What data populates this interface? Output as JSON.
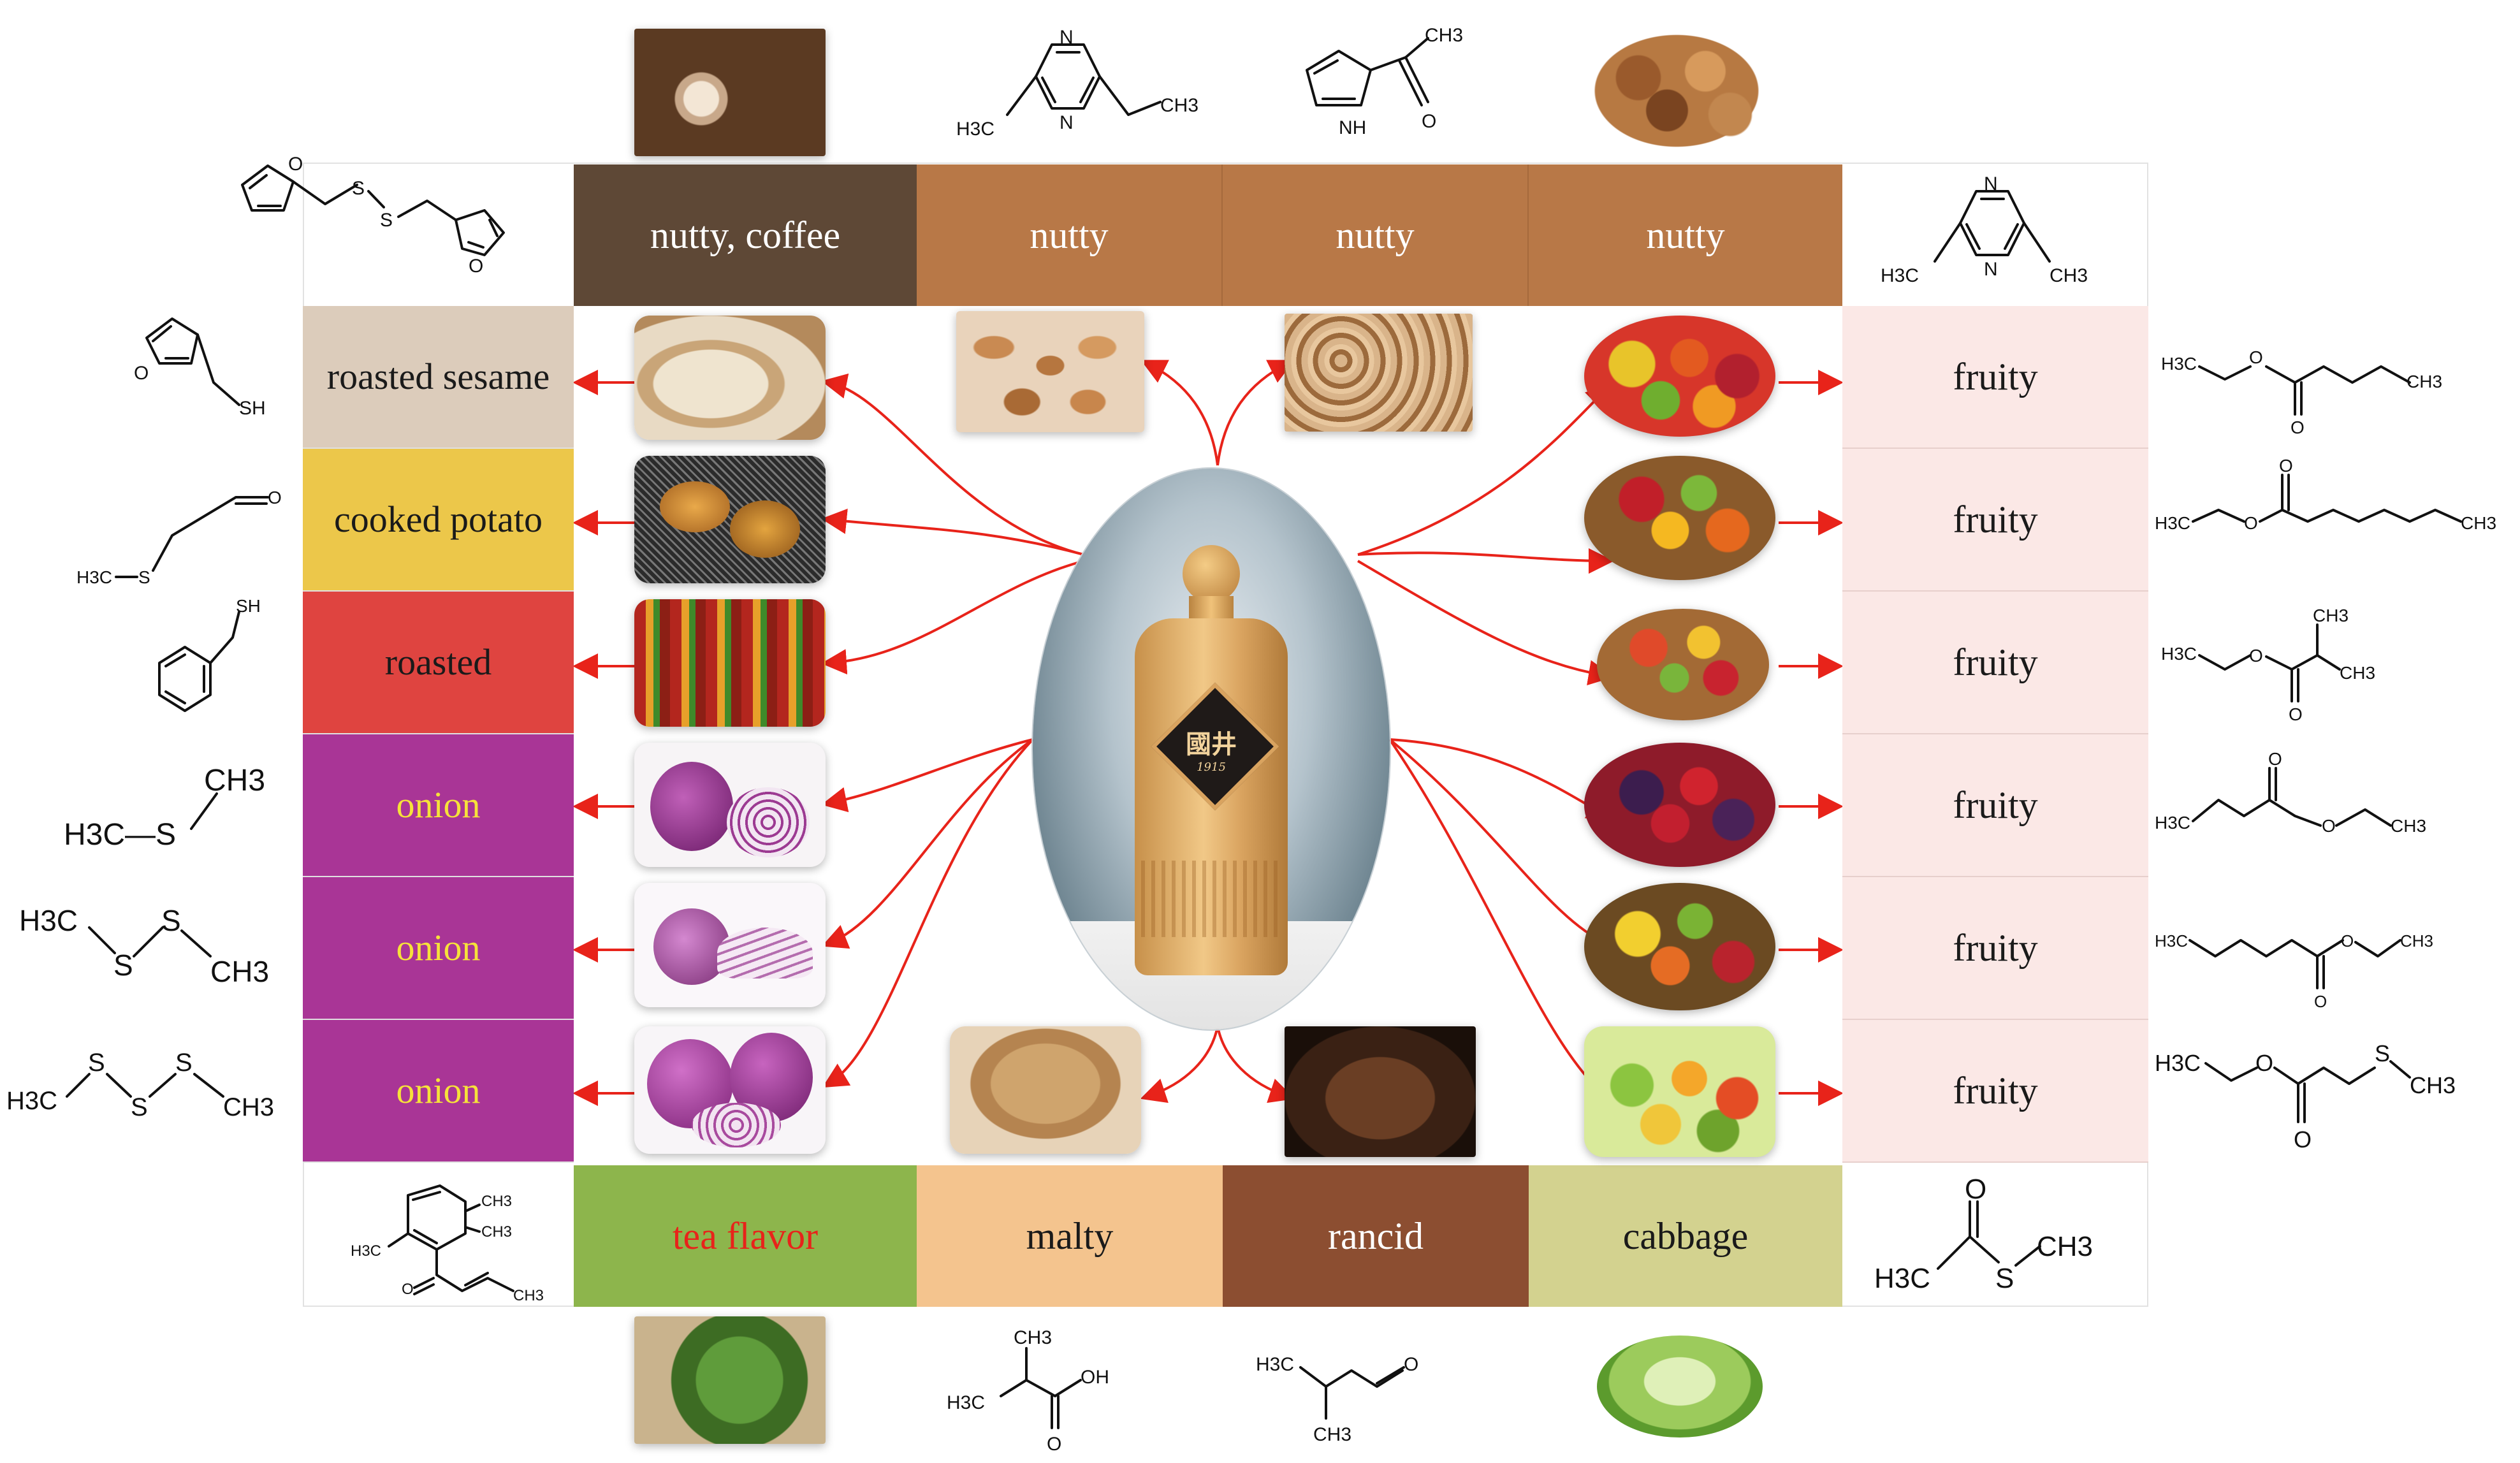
{
  "top_row": [
    {
      "label": "nutty, coffee",
      "color": "#5e4836"
    },
    {
      "label": "nutty",
      "color": "#b87847"
    },
    {
      "label": "nutty",
      "color": "#b87847"
    },
    {
      "label": "nutty",
      "color": "#b87847"
    }
  ],
  "bottom_row": [
    {
      "label": "tea flavor",
      "color": "#8db54c",
      "text_color": "#e8231a"
    },
    {
      "label": "malty",
      "color": "#f4c48e",
      "text_color": "#1a1a1a"
    },
    {
      "label": "rancid",
      "color": "#8c4e31",
      "text_color": "#ffffff"
    },
    {
      "label": "cabbage",
      "color": "#d3d28f",
      "text_color": "#1a1a1a"
    }
  ],
  "left_column": [
    {
      "label": "roasted sesame",
      "color": "#dcccbb",
      "text_color": "#1a1a1a"
    },
    {
      "label": "cooked potato",
      "color": "#ecc74a",
      "text_color": "#1a1a1a"
    },
    {
      "label": "roasted",
      "color": "#df4440",
      "text_color": "#1a1a1a"
    },
    {
      "label": "onion",
      "color": "#a93596",
      "text_color": "#f6e23a"
    },
    {
      "label": "onion",
      "color": "#a93596",
      "text_color": "#f6e23a"
    },
    {
      "label": "onion",
      "color": "#a93596",
      "text_color": "#f6e23a"
    }
  ],
  "right_column": [
    {
      "label": "fruity"
    },
    {
      "label": "fruity"
    },
    {
      "label": "fruity"
    },
    {
      "label": "fruity"
    },
    {
      "label": "fruity"
    },
    {
      "label": "fruity"
    }
  ],
  "bottle": {
    "brand_text": "國井",
    "year_text": "1915"
  },
  "chem_labels": {
    "h3c": "H3C",
    "ch3": "CH3",
    "n": "N",
    "nh": "NH",
    "o": "O",
    "s": "S",
    "sh": "SH",
    "oh": "OH",
    "h3c_s": "H3C—S"
  },
  "colors": {
    "arrow": "#e8231a",
    "right_bg": "#fbe8e6"
  }
}
